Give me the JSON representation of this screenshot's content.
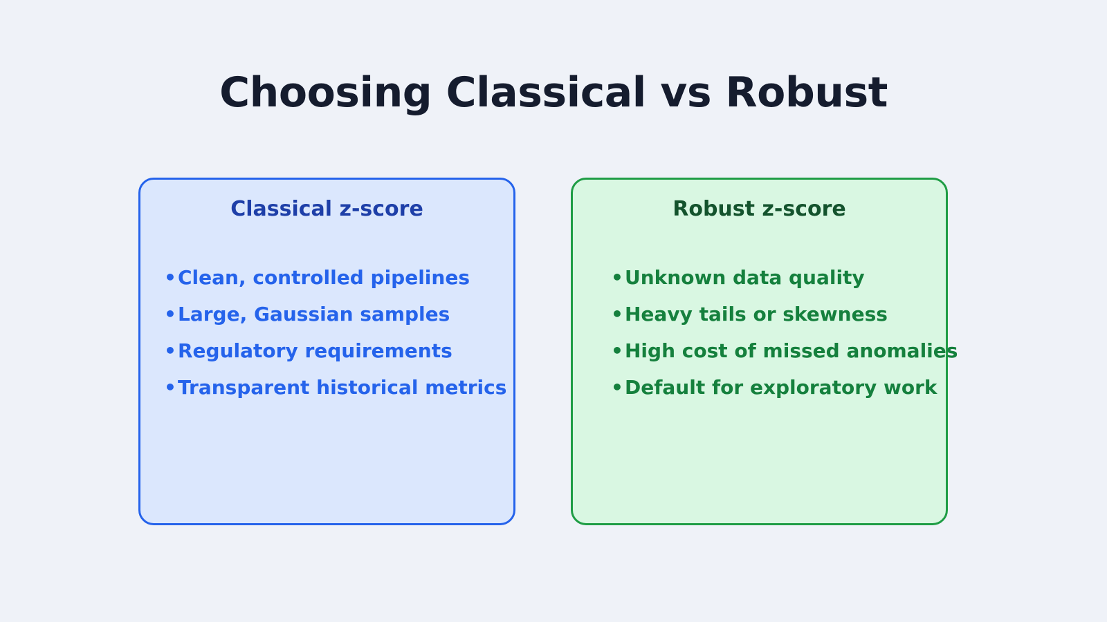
{
  "page": {
    "title": "Choosing Classical vs Robust",
    "background_color": "#eff2f8",
    "title_color": "#151c2e"
  },
  "cards": [
    {
      "id": "classical",
      "title": "Classical z-score",
      "accent_color": "#2563eb",
      "background_color": "#dbe7fd",
      "title_color": "#1e3fa8",
      "text_color": "#2563eb",
      "bullet_glyph": "•",
      "bullets": [
        "Clean, controlled pipelines",
        "Large, Gaussian samples",
        "Regulatory requirements",
        "Transparent historical metrics"
      ]
    },
    {
      "id": "robust",
      "title": "Robust z-score",
      "accent_color": "#1f9d45",
      "background_color": "#d9f7e2",
      "title_color": "#14532d",
      "text_color": "#15803d",
      "bullet_glyph": "•",
      "bullets": [
        "Unknown data quality",
        "Heavy tails or skewness",
        "High cost of missed anomalies",
        "Default for exploratory work"
      ]
    }
  ]
}
